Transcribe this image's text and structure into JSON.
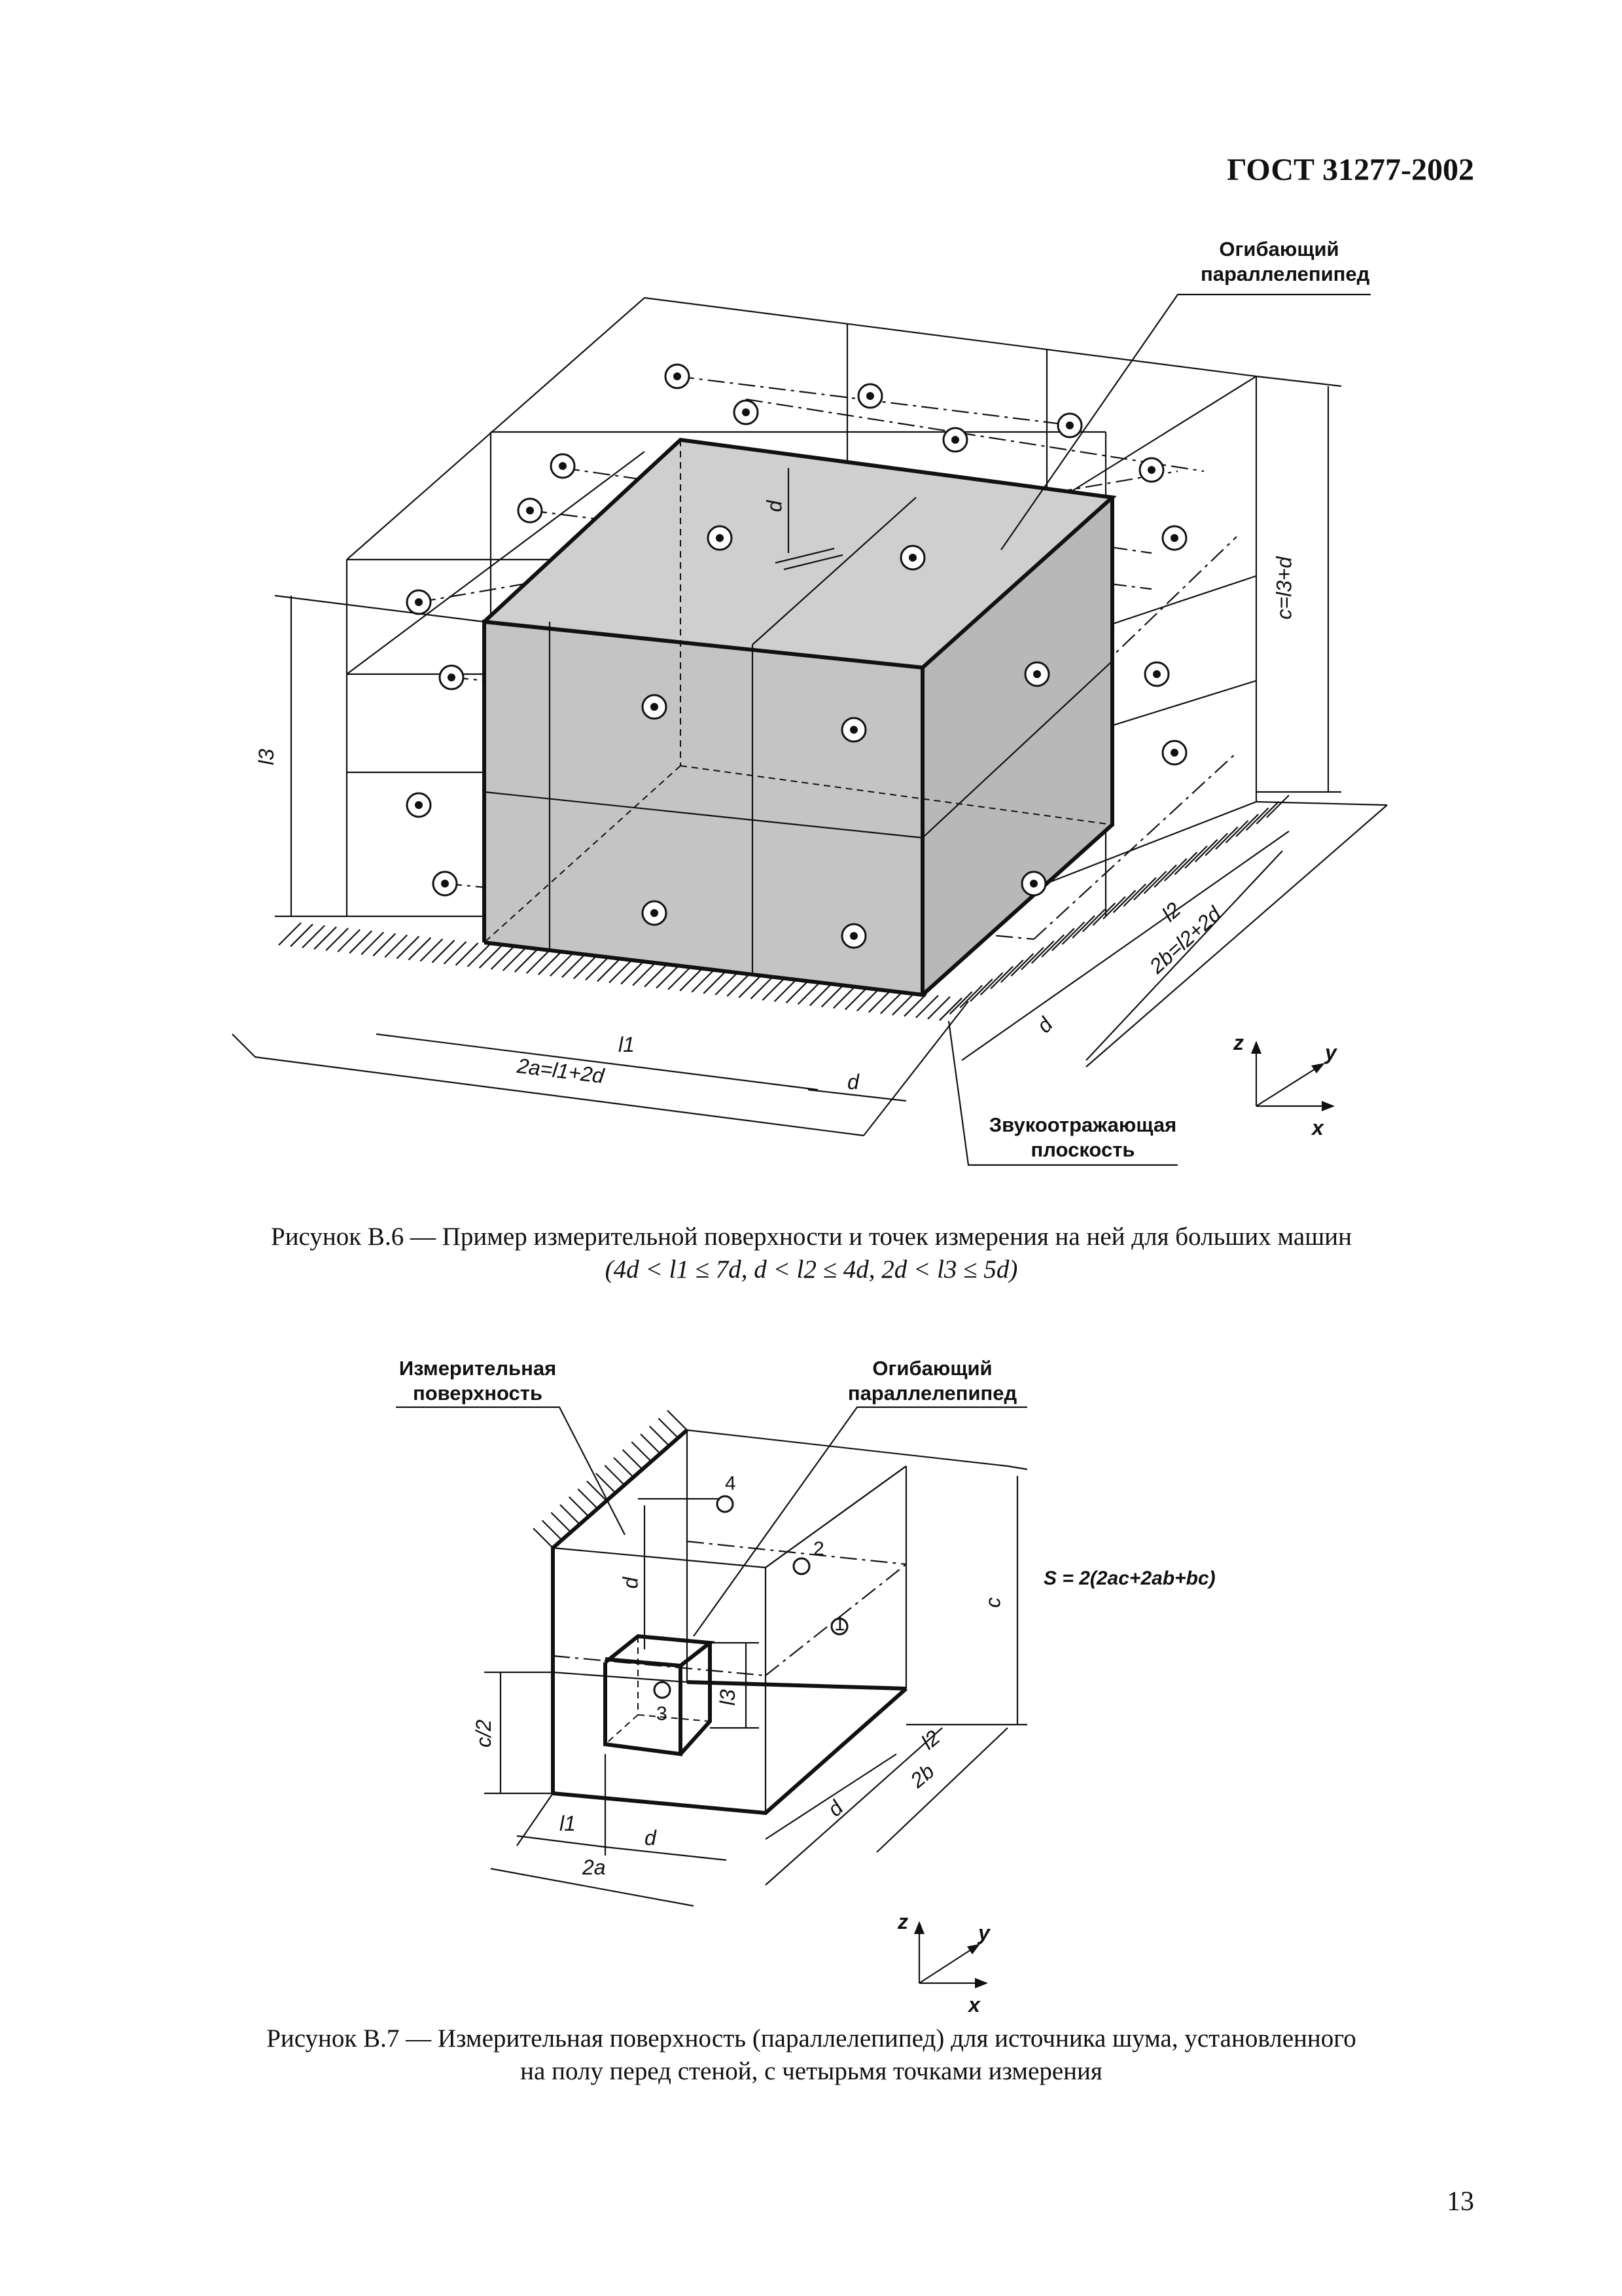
{
  "header": {
    "standard_code": "ГОСТ 31277-2002"
  },
  "figure_b6": {
    "callout_envelope_line1": "Огибающий",
    "callout_envelope_line2": "параллелепипед",
    "callout_reflect_line1": "Звукоотражающая",
    "callout_reflect_line2": "плоскость",
    "dim_d": "d",
    "dim_c": "c=l3+d",
    "dim_l3": "l3",
    "dim_l1": "l1",
    "dim_2a": "2a=l1+2d",
    "dim_l2": "l2",
    "dim_2b": "2b=l2+2d",
    "axis_x": "x",
    "axis_y": "y",
    "axis_z": "z",
    "caption_line1": "Рисунок В.6 — Пример измерительной поверхности и точек измерения на ней для больших машин",
    "caption_line2": "(4d <  l1 ≤ 7d, d < l2 ≤ 4d, 2d < l3 ≤ 5d)"
  },
  "figure_b7": {
    "callout_surface_line1": "Измерительная",
    "callout_surface_line2": "поверхность",
    "callout_envelope_line1": "Огибающий",
    "callout_envelope_line2": "параллелепипед",
    "formula": "S = 2(2ac+2ab+bc)",
    "point_1": "1",
    "point_2": "2",
    "point_3": "3",
    "point_4": "4",
    "dim_d": "d",
    "dim_c": "c",
    "dim_c2": "c/2",
    "dim_l3": "l3",
    "dim_l1": "l1",
    "dim_2a": "2a",
    "dim_l2": "l2",
    "dim_2b": "2b",
    "axis_x": "x",
    "axis_y": "y",
    "axis_z": "z",
    "caption_line1": "Рисунок В.7 — Измерительная поверхность (параллелепипед)  для источника шума, установленного",
    "caption_line2": "на полу перед стеной, с  четырьмя точками измерения"
  },
  "footer": {
    "page_number": "13"
  }
}
